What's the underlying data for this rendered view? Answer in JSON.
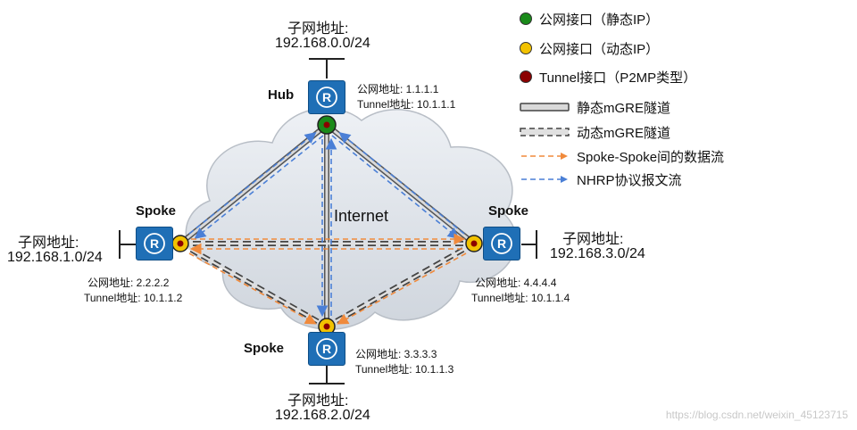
{
  "labels": {
    "subnet_prefix": "子网地址:",
    "hub_title": "Hub",
    "hub_subnet": "192.168.0.0/24",
    "hub_public": "公网地址: 1.1.1.1",
    "hub_tunnel": "Tunnel地址: 10.1.1.1",
    "spoke_title": "Spoke",
    "left_subnet": "192.168.1.0/24",
    "left_public": "公网地址: 2.2.2.2",
    "left_tunnel": "Tunnel地址: 10.1.1.2",
    "bottom_subnet": "192.168.2.0/24",
    "bottom_public": "公网地址: 3.3.3.3",
    "bottom_tunnel": "Tunnel地址: 10.1.1.3",
    "right_subnet": "192.168.3.0/24",
    "right_public": "公网地址: 4.4.4.4",
    "right_tunnel": "Tunnel地址: 10.1.1.4",
    "internet": "Internet",
    "router_glyph": "R"
  },
  "legend": [
    {
      "text": "公网接口（静态IP）",
      "kind": "dot",
      "color": "#1a8a1a"
    },
    {
      "text": "公网接口（动态IP）",
      "kind": "dot",
      "color": "#f2c200"
    },
    {
      "text": "Tunnel接口（P2MP类型）",
      "kind": "dot",
      "color": "#8b0000"
    },
    {
      "text": "静态mGRE隧道",
      "kind": "static-tunnel"
    },
    {
      "text": "动态mGRE隧道",
      "kind": "dynamic-tunnel"
    },
    {
      "text": "Spoke-Spoke间的数据流",
      "kind": "arrow",
      "color": "#f08a3c"
    },
    {
      "text": "NHRP协议报文流",
      "kind": "arrow",
      "color": "#4a7fd6"
    }
  ],
  "watermark": "https://blog.csdn.net/weixin_45123715"
}
